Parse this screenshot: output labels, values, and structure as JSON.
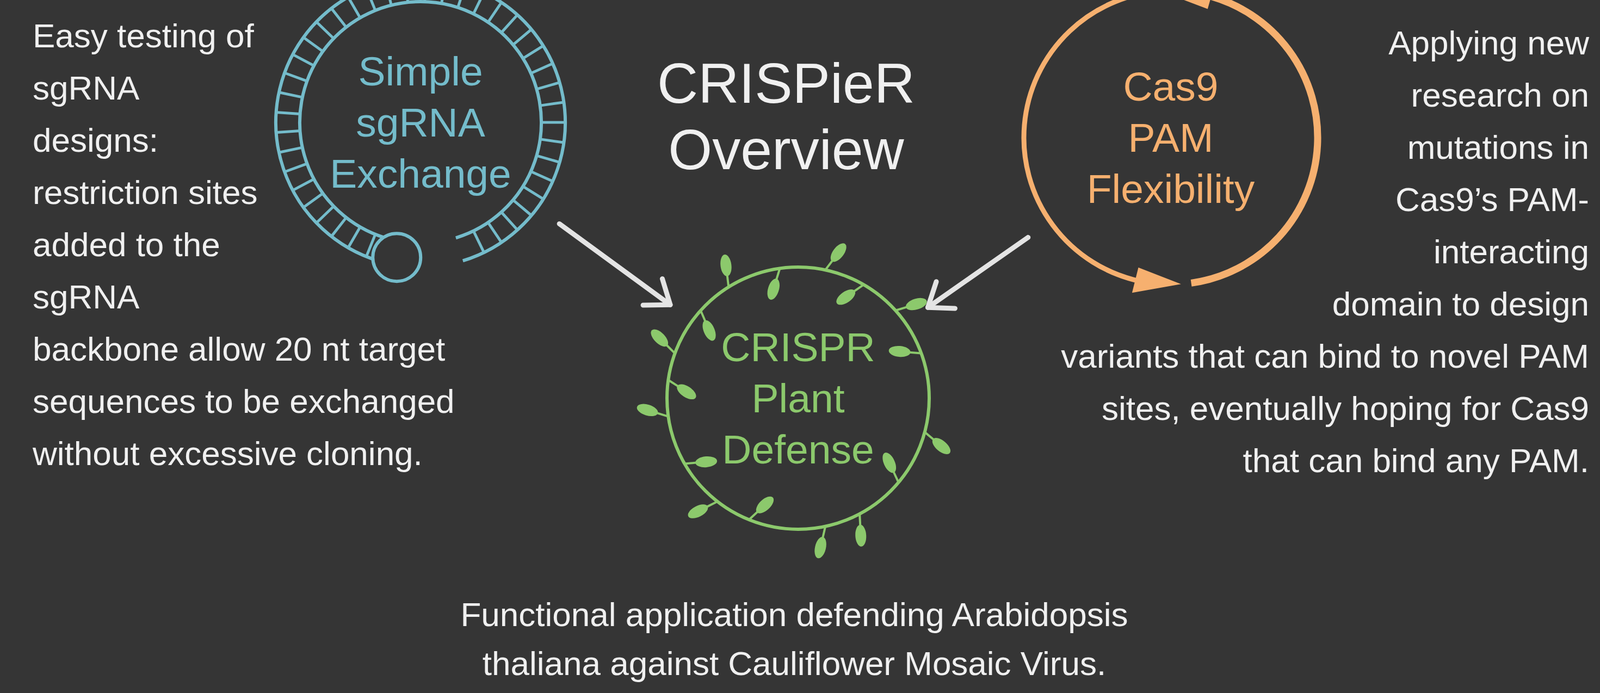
{
  "diagram": {
    "title": "CRISPieR Overview",
    "caption": "Functional application defending Arabidopsis thaliana against Cauliflower Mosaic Virus.",
    "nodes": [
      {
        "text": [
          "Simple sgRNA Exchange"
        ]
      },
      {
        "text": [
          "Cas9 PAM Flexibility"
        ]
      },
      {
        "text": [
          "CRISPR Plant Defense"
        ]
      }
    ],
    "edges": [
      {
        "from": 0,
        "to": 2,
        "arrow": "to"
      },
      {
        "from": 1,
        "to": 2,
        "arrow": "to"
      }
    ],
    "labels": [
      "Easy testing of sgRNA designs: restriction sites added to the sgRNA backbone allow 20 nt target sequences to be exchanged without excessive cloning.",
      "Applying new research on mutations in Cas9’s PAM-interacting domain to design variants that can bind to novel PAM sites, eventually hoping for Cas9 that can bind any PAM."
    ]
  }
}
